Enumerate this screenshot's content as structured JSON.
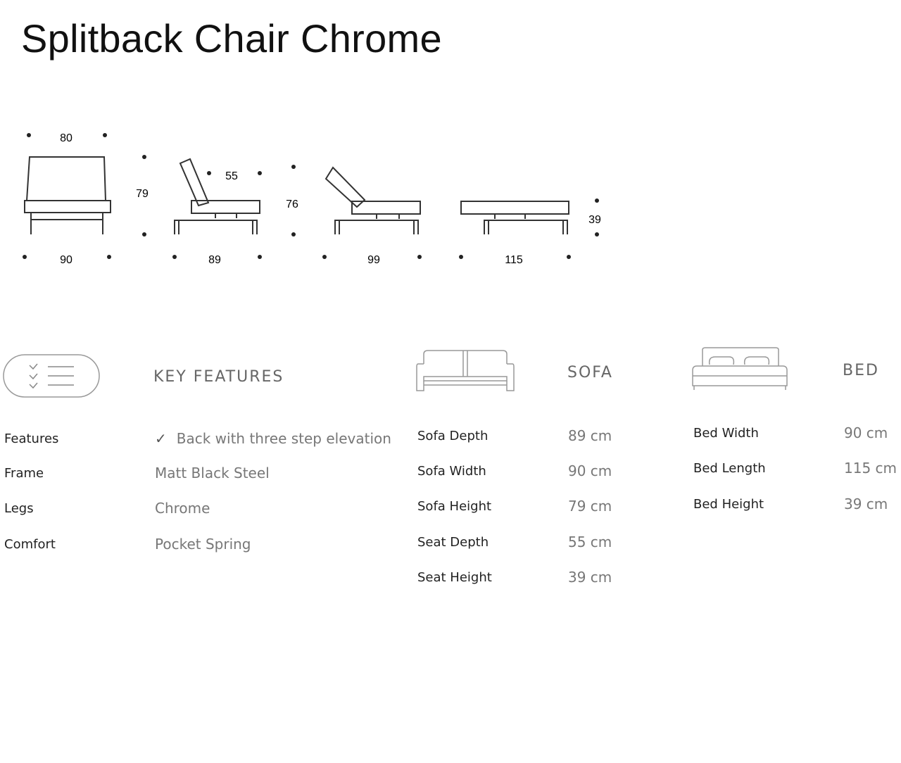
{
  "title": "Splitback Chair Chrome",
  "dimensions": {
    "upright": {
      "width": "80",
      "height": "79",
      "depth": "90"
    },
    "reclined": {
      "seat_depth": "55",
      "height": "76",
      "depth": "89"
    },
    "lounge": {
      "depth": "99"
    },
    "bed": {
      "height": "39",
      "length": "115"
    }
  },
  "key_features": {
    "heading": "KEY FEATURES",
    "icon": "checklist-icon",
    "rows": [
      {
        "label": "Features",
        "value": "Back with three step elevation",
        "check": "✓"
      },
      {
        "label": "Frame",
        "value": "Matt Black Steel"
      },
      {
        "label": "Legs",
        "value": "Chrome"
      },
      {
        "label": "Comfort",
        "value": "Pocket Spring"
      }
    ]
  },
  "sofa": {
    "heading": "SOFA",
    "icon": "sofa-icon",
    "rows": [
      {
        "label": "Sofa Depth",
        "value": "89 cm"
      },
      {
        "label": "Sofa Width",
        "value": "90 cm"
      },
      {
        "label": "Sofa Height",
        "value": "79 cm"
      },
      {
        "label": "Seat Depth",
        "value": "55 cm"
      },
      {
        "label": "Seat Height",
        "value": "39 cm"
      }
    ]
  },
  "bed": {
    "heading": "BED",
    "icon": "bed-icon",
    "rows": [
      {
        "label": "Bed Width",
        "value": "90 cm"
      },
      {
        "label": "Bed Length",
        "value": "115 cm"
      },
      {
        "label": "Bed Height",
        "value": "39 cm"
      }
    ]
  }
}
